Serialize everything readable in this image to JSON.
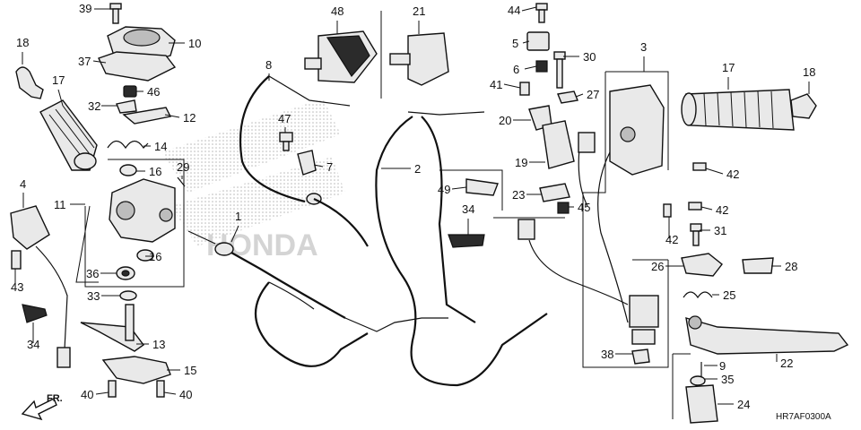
{
  "diagram": {
    "code": "HR7AF0300A",
    "direction": "FR.",
    "callouts": [
      "1",
      "2",
      "3",
      "4",
      "5",
      "6",
      "7",
      "8",
      "9",
      "10",
      "11",
      "12",
      "13",
      "14",
      "15",
      "16",
      "17",
      "18",
      "19",
      "20",
      "21",
      "22",
      "23",
      "24",
      "25",
      "26",
      "27",
      "28",
      "29",
      "30",
      "31",
      "32",
      "33",
      "34",
      "35",
      "36",
      "37",
      "38",
      "39",
      "40",
      "41",
      "42",
      "43",
      "44",
      "45",
      "46",
      "47",
      "48",
      "49"
    ]
  },
  "colors": {
    "ink": "#111111",
    "watermark": "#c9c9c9",
    "background": "#ffffff"
  }
}
